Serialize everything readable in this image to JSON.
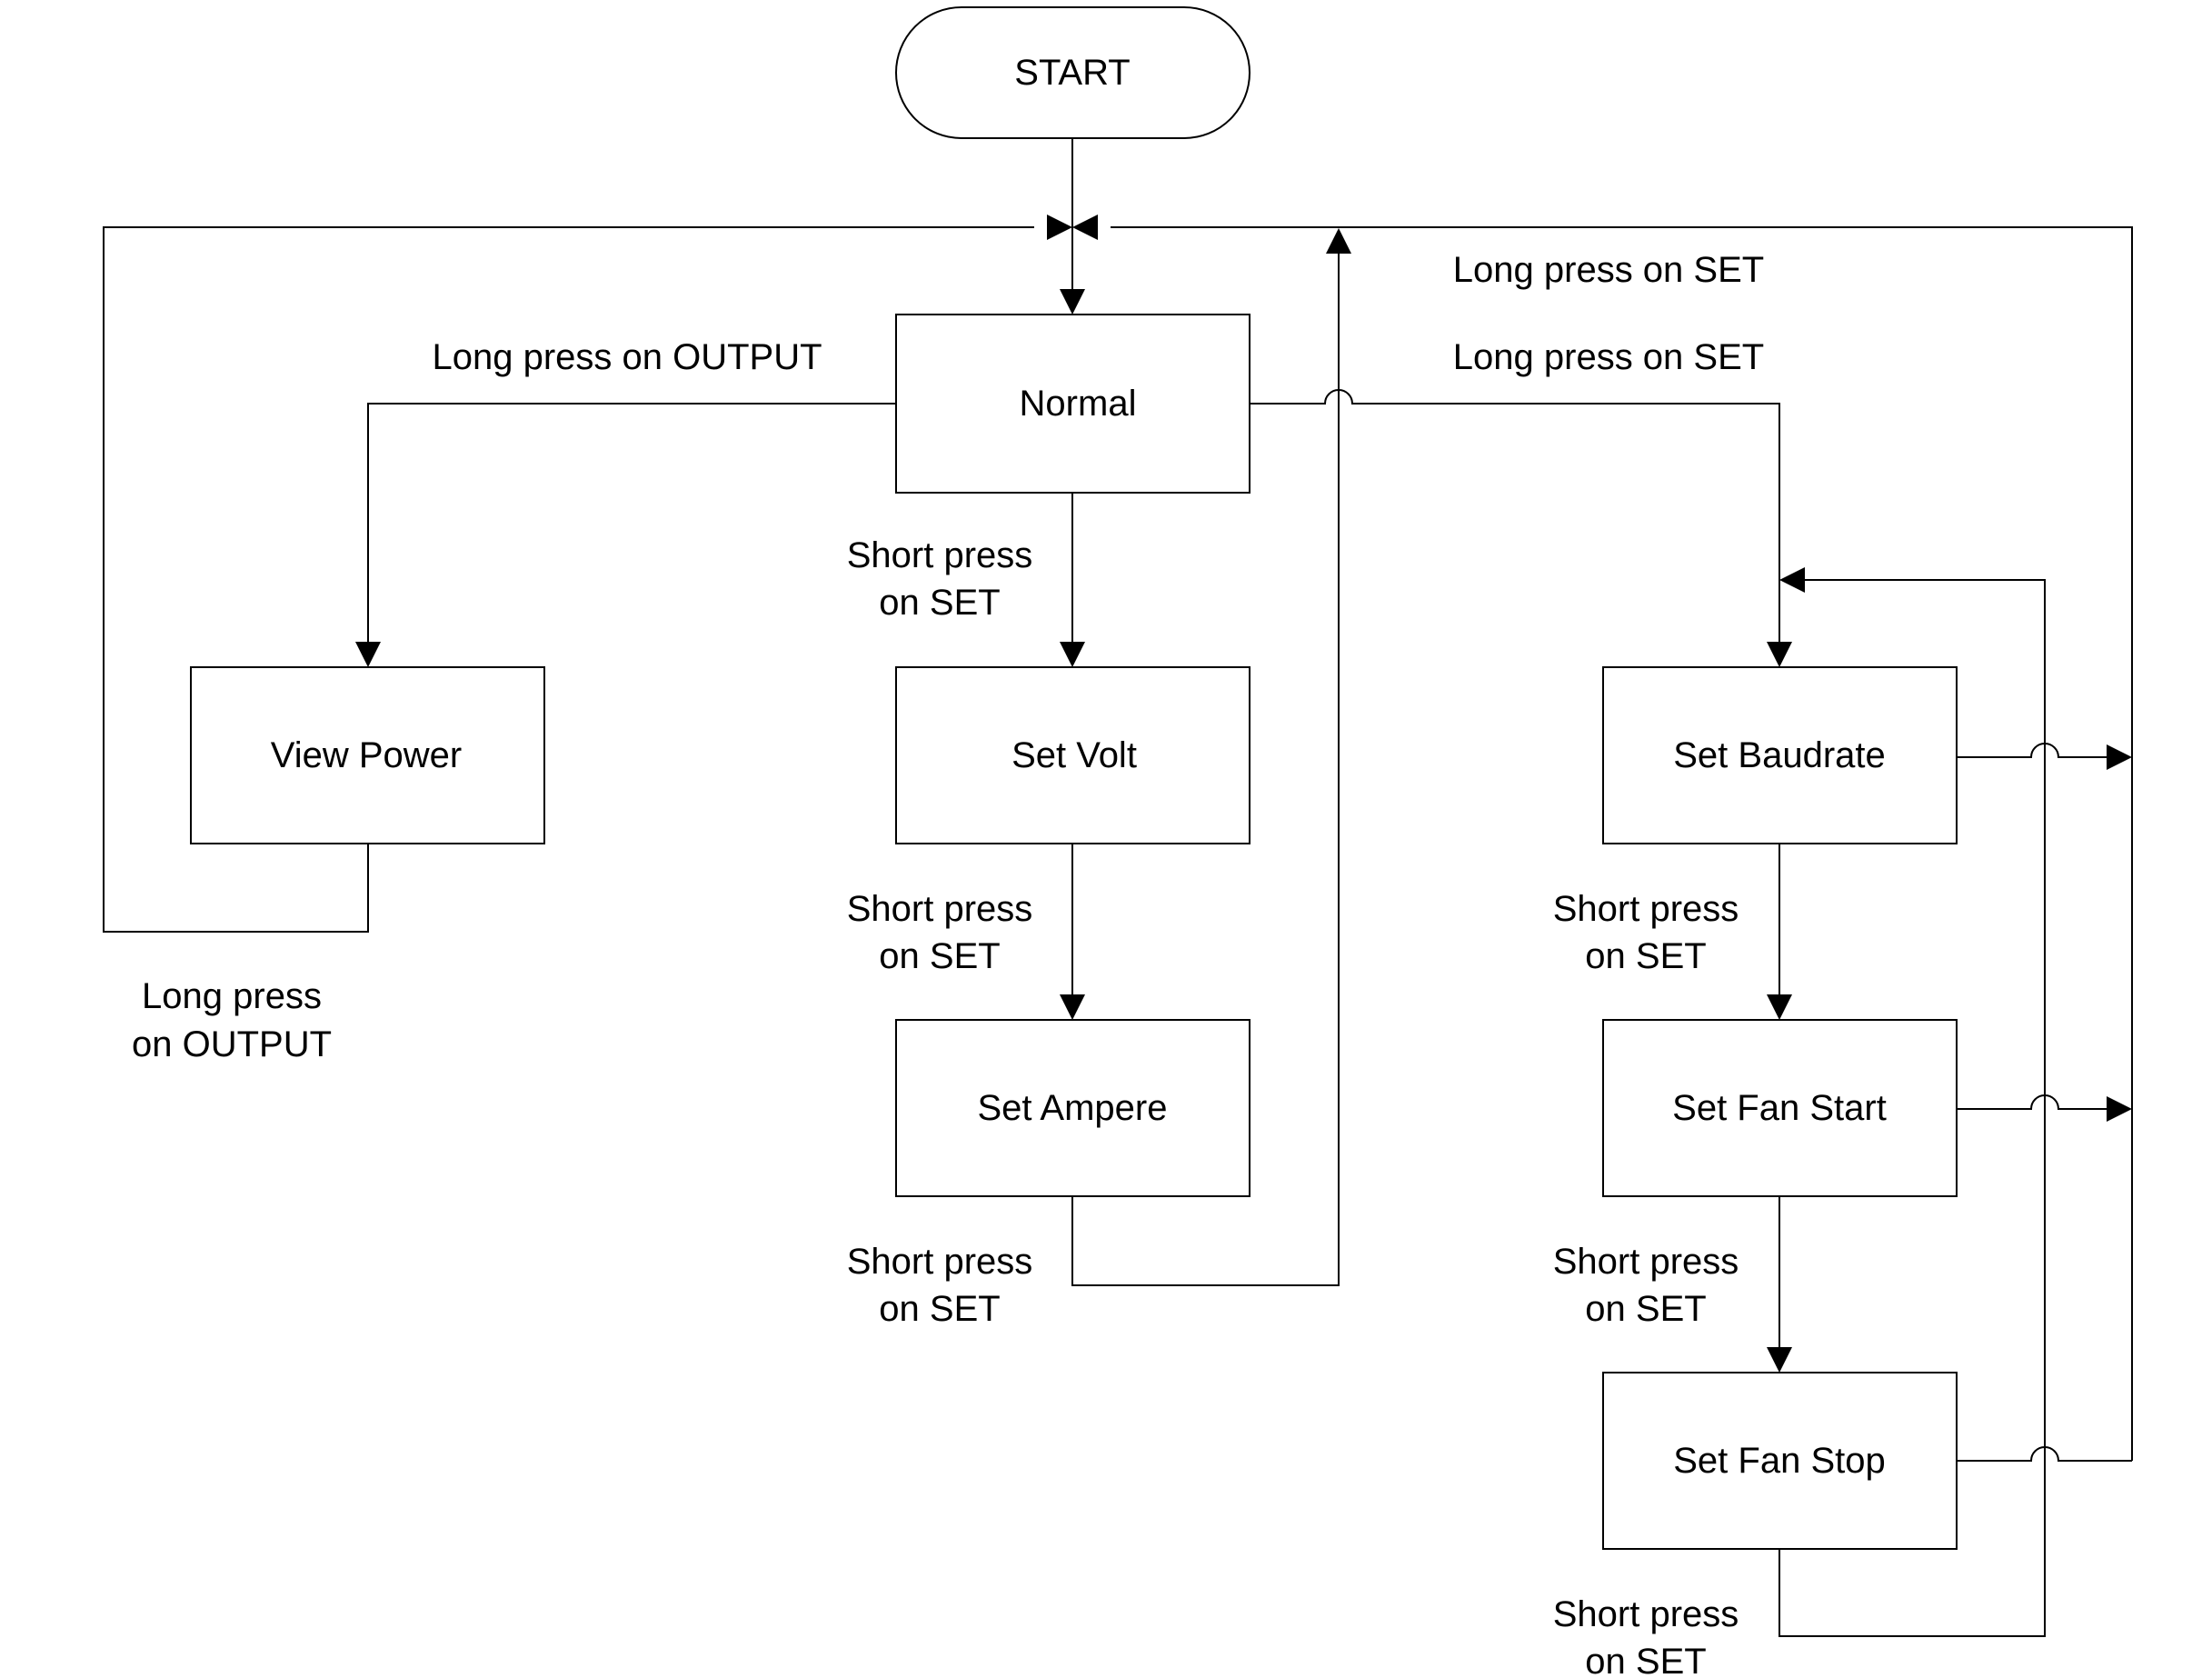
{
  "nodes": {
    "start": "START",
    "normal": "Normal",
    "view_power": "View Power",
    "set_volt": "Set Volt",
    "set_ampere": "Set Ampere",
    "set_baudrate": "Set Baudrate",
    "set_fan_start": "Set Fan Start",
    "set_fan_stop": "Set Fan Stop"
  },
  "edge_labels": {
    "normal_to_view_power": "Long press on OUTPUT",
    "view_power_to_normal": [
      "Long press",
      "on OUTPUT"
    ],
    "normal_to_set_volt": [
      "Short press",
      "on SET"
    ],
    "set_volt_to_set_ampere": [
      "Short press",
      "on SET"
    ],
    "set_ampere_to_normal": [
      "Short press",
      "on SET"
    ],
    "return_to_normal": "Long press on SET",
    "normal_to_set_baudrate": "Long press on SET",
    "set_baudrate_to_set_fan_start": [
      "Short press",
      "on SET"
    ],
    "set_fan_start_to_set_fan_stop": [
      "Short press",
      "on SET"
    ],
    "set_fan_stop_to_set_baudrate": [
      "Short press",
      "on SET"
    ]
  },
  "colors": {
    "stroke": "#000000",
    "fill": "#ffffff",
    "text": "#000000"
  }
}
